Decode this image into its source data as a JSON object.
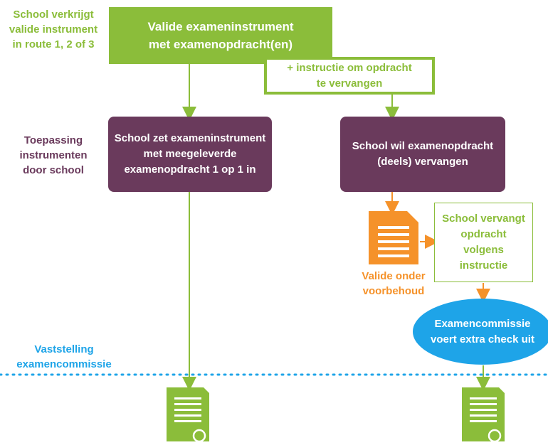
{
  "colors": {
    "green": "#8bbd3a",
    "purple": "#6a3a5c",
    "orange": "#f5922a",
    "blue": "#1ea4e8"
  },
  "left_labels": {
    "route": "School verkrijgt\nvalide instrument\nin route 1, 2 of 3",
    "application": "Toepassing\ninstrumenten\ndoor school",
    "committee": "Vaststelling\nexamencommissie"
  },
  "boxes": {
    "top": "Valide exameninstrument\nmet examenopdracht(en)",
    "instruction": "+ instructie om opdracht\nte vervangen",
    "left_purple": "School zet exameninstrument\nmet meegeleverde\nexamenopdracht 1 op 1 in",
    "right_purple": "School wil examenopdracht\n(deels) vervangen",
    "replace": "School vervangt\nopdracht\nvolgens\ninstructie",
    "orange_caption": "Valide onder\nvoorbehoud",
    "ellipse": "Examencommissie\nvoert extra check uit"
  },
  "icons": {
    "orange_document": "document-icon",
    "left_certificate": "certificate-icon",
    "right_certificate": "certificate-icon"
  }
}
